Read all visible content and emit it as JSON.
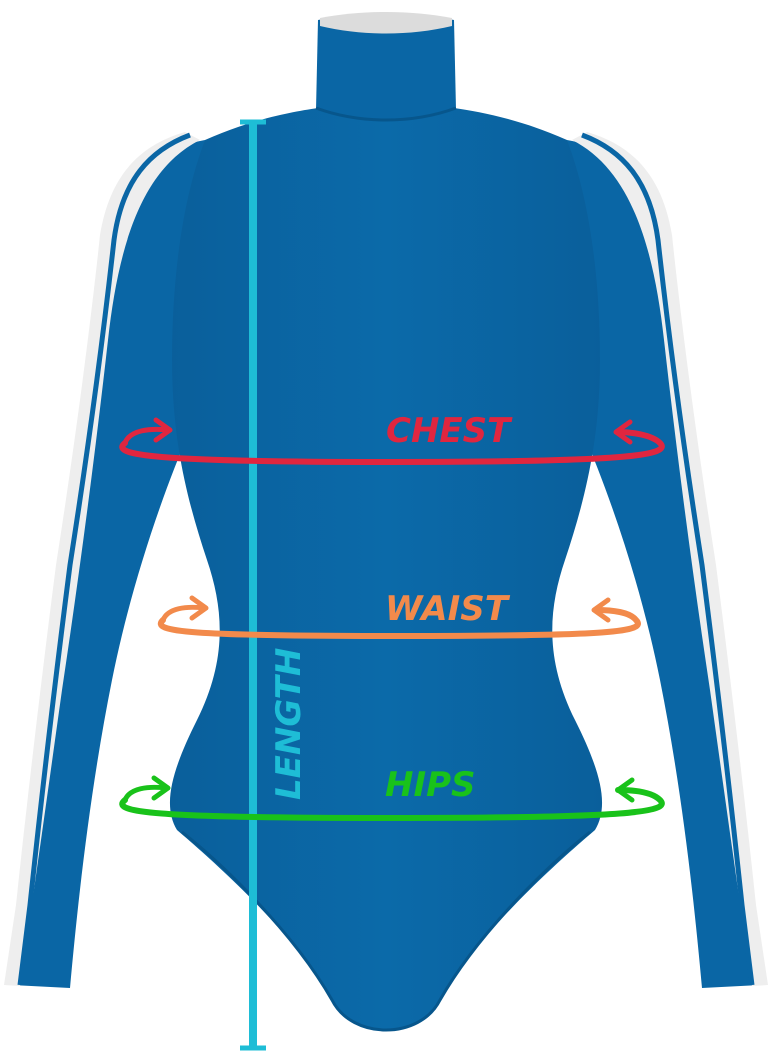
{
  "labels": {
    "chest": "CHEST",
    "waist": "WAIST",
    "hips": "HIPS",
    "length": "LENGTH"
  },
  "colors": {
    "garment": "#0a67a6",
    "garment_shade": "#07568c",
    "stripe": "#f2f2f2",
    "chest": "#e0263f",
    "waist": "#f28a4b",
    "hips": "#19c21a",
    "length": "#1ebdd6",
    "background": "#ffffff"
  }
}
